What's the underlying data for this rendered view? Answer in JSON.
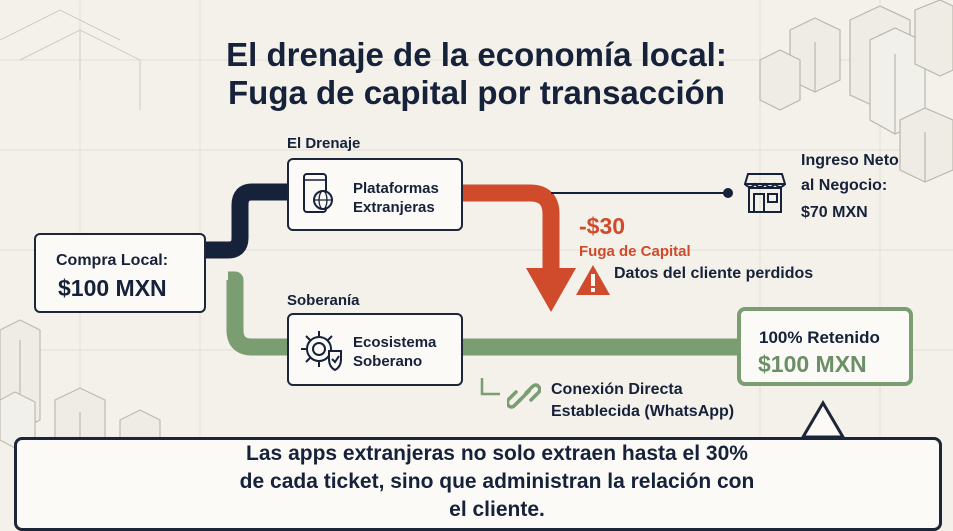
{
  "title": {
    "line1": "El drenaje de la economía local:",
    "line2": "Fuga de capital por transacción"
  },
  "source": {
    "label": "Compra Local:",
    "amount": "$100 MXN"
  },
  "drain": {
    "section_label": "El Drenaje",
    "node_line1": "Plataformas",
    "node_line2": "Extranjeras",
    "node_icon": "phone-globe-icon",
    "loss_amount": "-$30",
    "loss_label": "Fuga de Capital",
    "warning_text": "Datos del cliente perdidos",
    "warning_icon": "warning-icon"
  },
  "net": {
    "line1": "Ingreso Neto",
    "line2": "al Negocio:",
    "amount": "$70 MXN",
    "icon": "store-icon"
  },
  "sovereign": {
    "section_label": "Soberanía",
    "node_line1": "Ecosistema",
    "node_line2": "Soberano",
    "node_icon": "gear-shield-icon",
    "link_line1": "Conexión Directa",
    "link_line2": "Establecida (WhatsApp)",
    "link_icon": "link-icon"
  },
  "retained": {
    "label": "100% Retenido",
    "amount": "$100 MXN"
  },
  "note": {
    "line1": "Las apps extranjeras no solo extraen hasta el 30%",
    "line2": "de cada ticket, sino que administran la relación con",
    "line3": "el cliente."
  },
  "colors": {
    "navy": "#16213a",
    "drain_red": "#cf4b2c",
    "sovereign_green": "#7a9d72",
    "retained_text": "#6b8f66"
  }
}
